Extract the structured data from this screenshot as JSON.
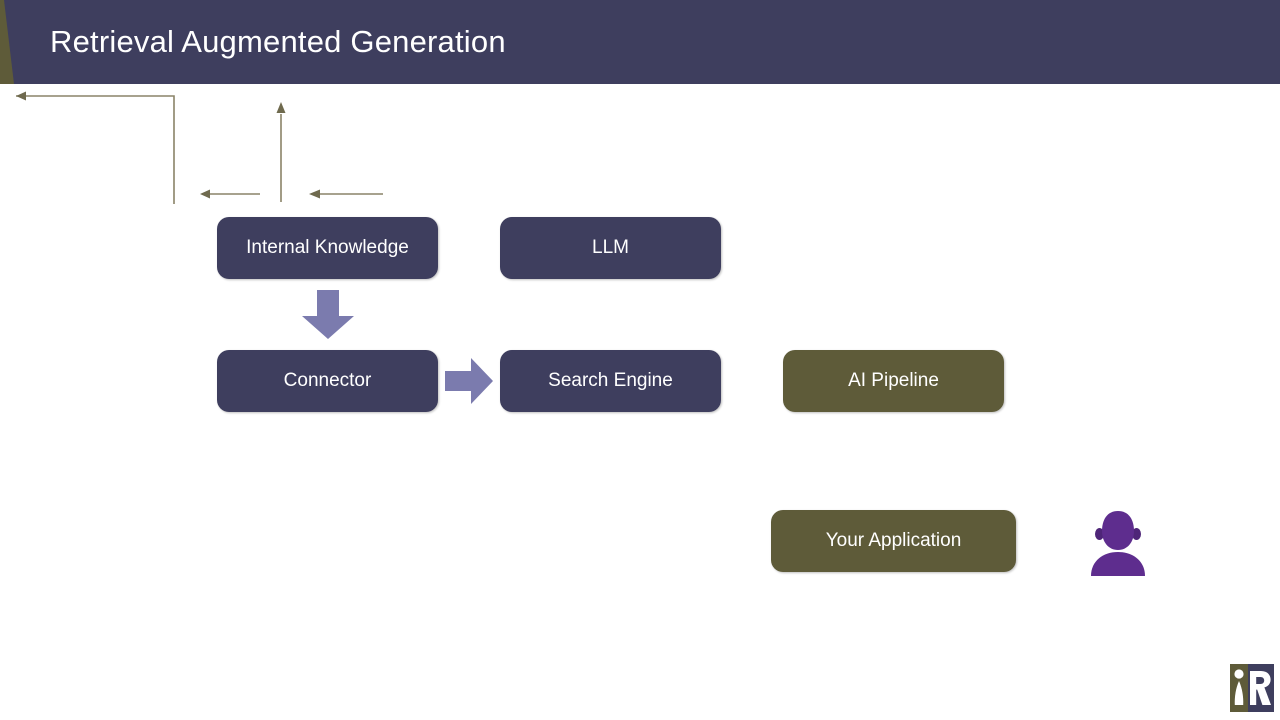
{
  "slide": {
    "title": "Retrieval Augmented Generation",
    "background_color": "#FFFFFF",
    "banner_color": "#3E3E5E",
    "banner_accent_color": "#5E5B39",
    "title_color": "#FFFFFF"
  },
  "palette": {
    "navy": "#3E3E5E",
    "olive": "#5E5B39",
    "purple_arrow": "#7B7BAE",
    "connector_line": "#8A8468",
    "user_purple": "#5E2D8E",
    "white": "#FFFFFF"
  },
  "diagram": {
    "nodes": [
      {
        "id": "internal-knowledge",
        "label": "Internal Knowledge",
        "style": "navy"
      },
      {
        "id": "llm",
        "label": "LLM",
        "style": "navy"
      },
      {
        "id": "connector",
        "label": "Connector",
        "style": "navy"
      },
      {
        "id": "search-engine",
        "label": "Search Engine",
        "style": "navy"
      },
      {
        "id": "ai-pipeline",
        "label": "AI Pipeline",
        "style": "olive"
      },
      {
        "id": "your-application",
        "label": "Your Application",
        "style": "olive"
      }
    ],
    "block_arrows": [
      {
        "id": "internal-knowledge-to-connector",
        "direction": "down",
        "color": "#7B7BAE"
      },
      {
        "id": "connector-to-search-engine",
        "direction": "right",
        "color": "#7B7BAE"
      }
    ],
    "connectors": [
      {
        "id": "ai-pipeline-to-llm",
        "from": "ai-pipeline",
        "to": "llm",
        "shape": "elbow-up-left",
        "arrowhead": "left"
      },
      {
        "id": "ai-pipeline-to-search-engine",
        "from": "ai-pipeline",
        "to": "search-engine",
        "shape": "straight",
        "arrowhead": "left"
      },
      {
        "id": "your-application-to-ai-pipeline",
        "from": "your-application",
        "to": "ai-pipeline",
        "shape": "straight",
        "arrowhead": "up"
      },
      {
        "id": "user-to-your-application",
        "from": "user",
        "to": "your-application",
        "shape": "straight",
        "arrowhead": "left"
      }
    ],
    "user": {
      "id": "user",
      "icon": "person-icon",
      "color": "#5E2D8E"
    }
  },
  "logo": {
    "name": "brand-logo",
    "left_color": "#5E5B39",
    "right_color": "#3E3E5E",
    "mark_color": "#FFFFFF"
  }
}
